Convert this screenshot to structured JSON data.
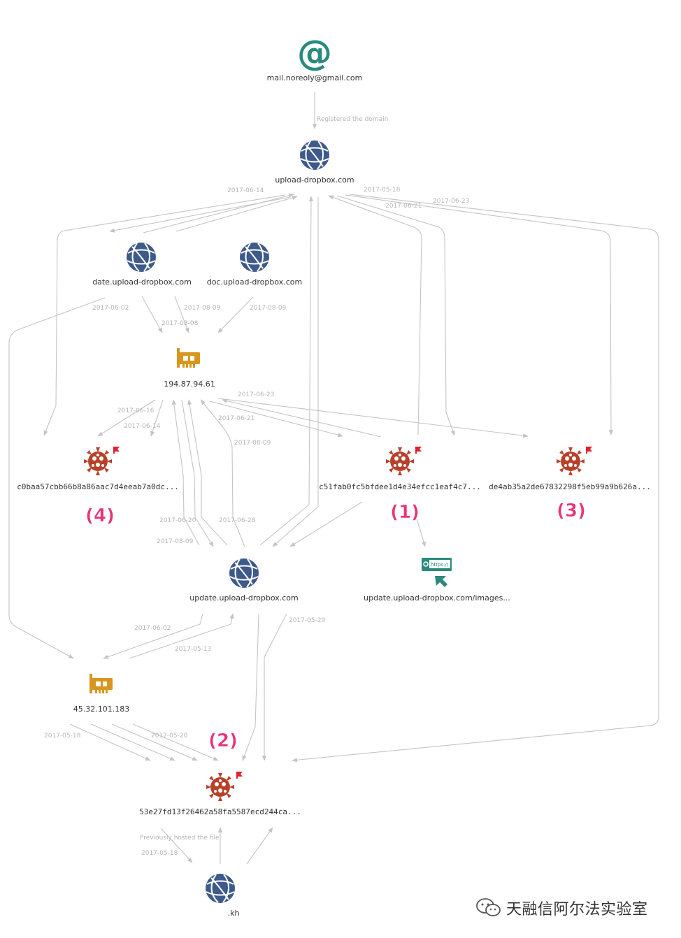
{
  "nodes": {
    "email": {
      "label": "mail.noreoly@gmail.com",
      "icon": "at-sign-icon",
      "color": "#2a8a7e"
    },
    "domain_main": {
      "label": "upload-dropbox.com",
      "icon": "globe-icon",
      "color": "#3d5a8a"
    },
    "domain_date": {
      "label": "date.upload-dropbox.com",
      "icon": "globe-icon",
      "color": "#3d5a8a"
    },
    "domain_doc": {
      "label": "doc.upload-dropbox.com",
      "icon": "globe-icon",
      "color": "#3d5a8a"
    },
    "ip_194": {
      "label": "194.87.94.61",
      "icon": "network-card-icon",
      "color": "#d9961e"
    },
    "hash_c0b": {
      "label": "c0baa57cbb66b8a86aac7d4eeab7a0dc...",
      "icon": "malware-icon",
      "color": "#b8412a"
    },
    "hash_c51": {
      "label": "c51fab0fc5bfdee1d4e34efcc1eaf4c7...",
      "icon": "malware-icon",
      "color": "#b8412a"
    },
    "hash_de4": {
      "label": "de4ab35a2de67832298f5eb99a9b626a...",
      "icon": "malware-icon",
      "color": "#b8412a"
    },
    "domain_update": {
      "label": "update.upload-dropbox.com",
      "icon": "globe-icon",
      "color": "#3d5a8a"
    },
    "url_update": {
      "label": "update.upload-dropbox.com/images...",
      "icon": "url-icon",
      "icon_text": "https://",
      "color": "#2a8a7e"
    },
    "ip_45": {
      "label": "45.32.101.183",
      "icon": "network-card-icon",
      "color": "#d9961e"
    },
    "hash_53e": {
      "label": "53e27fd13f26462a58fa5587ecd244ca...",
      "icon": "malware-icon",
      "color": "#b8412a"
    },
    "domain_kh": {
      "label": ".kh",
      "icon": "globe-icon",
      "color": "#3d5a8a"
    }
  },
  "edge_labels": {
    "registered": "Registered the domain",
    "d_0614": "2017-06-14",
    "d_0518": "2017-05-18",
    "d_0621": "2017-06-21",
    "d_0623": "2017-06-23",
    "date_0602": "2017-06-02",
    "date_0809": "2017-08-09",
    "date_0808": "2017-08-08",
    "doc_0809": "2017-08-09",
    "ip_0623": "2017-06-23",
    "ip_0616": "2017-06-16",
    "ip_0614": "2017-06-14",
    "ip_0621": "2017-06-21",
    "ip_0809": "2017-08-09",
    "u_0620": "2017-06-20",
    "u_0628": "2017-06-28",
    "u_0809": "2017-08-09",
    "u_0520": "2017-05-20",
    "u_0602": "2017-06-02",
    "u_0513": "2017-05-13",
    "ip45_0518": "2017-05-18",
    "ip45_0520": "2017-05-20",
    "kh_hosted": "Previously hosted the file",
    "kh_0518": "2017-05-18"
  },
  "markers": {
    "m1": "(1)",
    "m2": "(2)",
    "m3": "(3)",
    "m4": "(4)"
  },
  "colors": {
    "edge": "#c4c4c4",
    "edge_label": "#b5b5b5",
    "marker": "#e8337a",
    "flag": "#e02030"
  },
  "watermark": {
    "text": "天融信阿尔法实验室",
    "icon": "wechat-icon"
  }
}
